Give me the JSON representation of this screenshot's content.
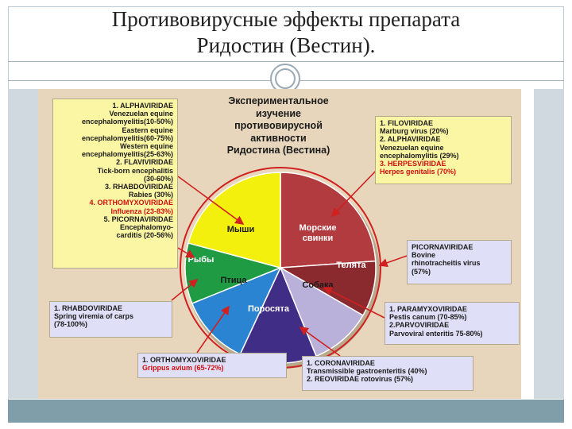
{
  "slide": {
    "title_line1": "Противовирусные эффекты препарата",
    "title_line2": "Ридостин (Вестин)."
  },
  "diagram": {
    "heading": [
      "Экспериментальное",
      "изучение",
      "противовирусной",
      "активности",
      "Ридостина (Вестина)"
    ],
    "segments": [
      {
        "label": [
          "Морские",
          "свинки"
        ],
        "start": 0,
        "end": 86,
        "color": "#b23b3f"
      },
      {
        "label": [
          "Телята"
        ],
        "start": 86,
        "end": 120,
        "color": "#8b2a2e"
      },
      {
        "label": [
          "Собака"
        ],
        "start": 120,
        "end": 158,
        "color": "#b9b1d9"
      },
      {
        "label": [
          "Поросята"
        ],
        "start": 158,
        "end": 205,
        "color": "#3f2d86"
      },
      {
        "label": [
          "Птица"
        ],
        "start": 205,
        "end": 248,
        "color": "#2a84d1"
      },
      {
        "label": [
          "Рыбы"
        ],
        "start": 248,
        "end": 285,
        "color": "#1f9b43"
      },
      {
        "label": [
          "Мыши"
        ],
        "start": 285,
        "end": 360,
        "color": "#f3f00d"
      }
    ],
    "boxes": [
      {
        "id": "mice",
        "lines": [
          {
            "t": "1. ALPHAVIRIDAE"
          },
          {
            "t": "Venezuelan equine"
          },
          {
            "t": "encephalomyelitis(10-50%)"
          },
          {
            "t": "Eastern equine"
          },
          {
            "t": "encephalomyelitis(60-75%)"
          },
          {
            "t": "Western equine"
          },
          {
            "t": "encephalomyelitis(25-63%)"
          },
          {
            "t": "2. FLAVIVIRIDAE"
          },
          {
            "t": "Tick-born encephalitis"
          },
          {
            "t": "(30-60%)"
          },
          {
            "t": "3. RHABDOVIRIDAE"
          },
          {
            "t": "Rabies (30%)"
          },
          {
            "t": "4. ORTHOMYXOVIRIDAE",
            "red": true
          },
          {
            "t": "Influenza (23-83%)",
            "red": true
          },
          {
            "t": "5. PICORNAVIRIDAE"
          },
          {
            "t": "Encephalomyo-"
          },
          {
            "t": "carditis (20-56%)"
          }
        ]
      },
      {
        "id": "guinea",
        "lines": [
          {
            "t": "1. FILOVIRIDAE"
          },
          {
            "t": "Marburg virus (20%)"
          },
          {
            "t": "2. ALPHAVIRIDAE"
          },
          {
            "t": "Venezuelan equine"
          },
          {
            "t": "encephalomylitis (29%)"
          },
          {
            "t": "3. HERPESVIRIDAE",
            "red": true
          },
          {
            "t": "Herpes genitalis (70%)",
            "red": true
          }
        ]
      },
      {
        "id": "calves",
        "lines": [
          {
            "t": "PICORNAVIRIDAE"
          },
          {
            "t": "Bovine"
          },
          {
            "t": "rhinotracheitis virus"
          },
          {
            "t": "(57%)"
          }
        ]
      },
      {
        "id": "fish",
        "lines": [
          {
            "t": "1. RHABDOVIRIDAE"
          },
          {
            "t": "Spring viremia of carps"
          },
          {
            "t": "(78-100%)"
          }
        ]
      },
      {
        "id": "dog",
        "lines": [
          {
            "t": "1. PARAMYXOVIRIDAE"
          },
          {
            "t": "Pestis canum (70-85%)"
          },
          {
            "t": "2.PARVOVIRIDAE"
          },
          {
            "t": "Parvoviral enteritis 75-80%)"
          }
        ]
      },
      {
        "id": "bird",
        "lines": [
          {
            "t": "1.    ORTHOMYXOVIRIDAE"
          },
          {
            "t": "Grippus avium (65-72%)",
            "red": true
          }
        ]
      },
      {
        "id": "pigs",
        "lines": [
          {
            "t": "1. CORONAVIRIDAE"
          },
          {
            "t": "Transmissible gastroenteritis (40%)"
          },
          {
            "t": "2. REOVIRIDAE rotovirus (57%)"
          }
        ]
      }
    ]
  }
}
